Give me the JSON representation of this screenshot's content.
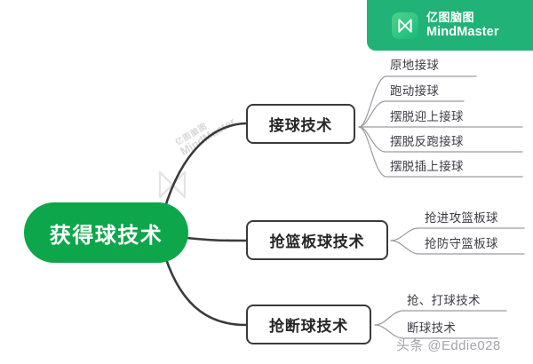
{
  "brand": {
    "icon_name": "mindmaster-logo-icon",
    "line1": "亿图脑图",
    "line2": "MindMaster",
    "badge_color": "#21b277"
  },
  "mindmap": {
    "root": {
      "label": "获得球技术",
      "color": "#0ea64b",
      "text_color": "#ffffff"
    },
    "branches": [
      {
        "label": "接球技术",
        "leaves": [
          "原地接球",
          "跑动接球",
          "摆脱迎上接球",
          "摆脱反跑接球",
          "摆脱插上接球"
        ]
      },
      {
        "label": "抢篮板球技术",
        "leaves": [
          "抢进攻篮板球",
          "抢防守篮板球"
        ]
      },
      {
        "label": "抢断球技术",
        "leaves": [
          "抢、打球技术",
          "断球技术"
        ]
      }
    ],
    "branch_line_color": "#3a3a3a",
    "leaf_line_color": "#9a9aa4"
  },
  "watermarks": {
    "diagonal_line1": "亿图脑图",
    "diagonal_line2": "MindMaster",
    "bottom": "头条 @Eddie028"
  }
}
